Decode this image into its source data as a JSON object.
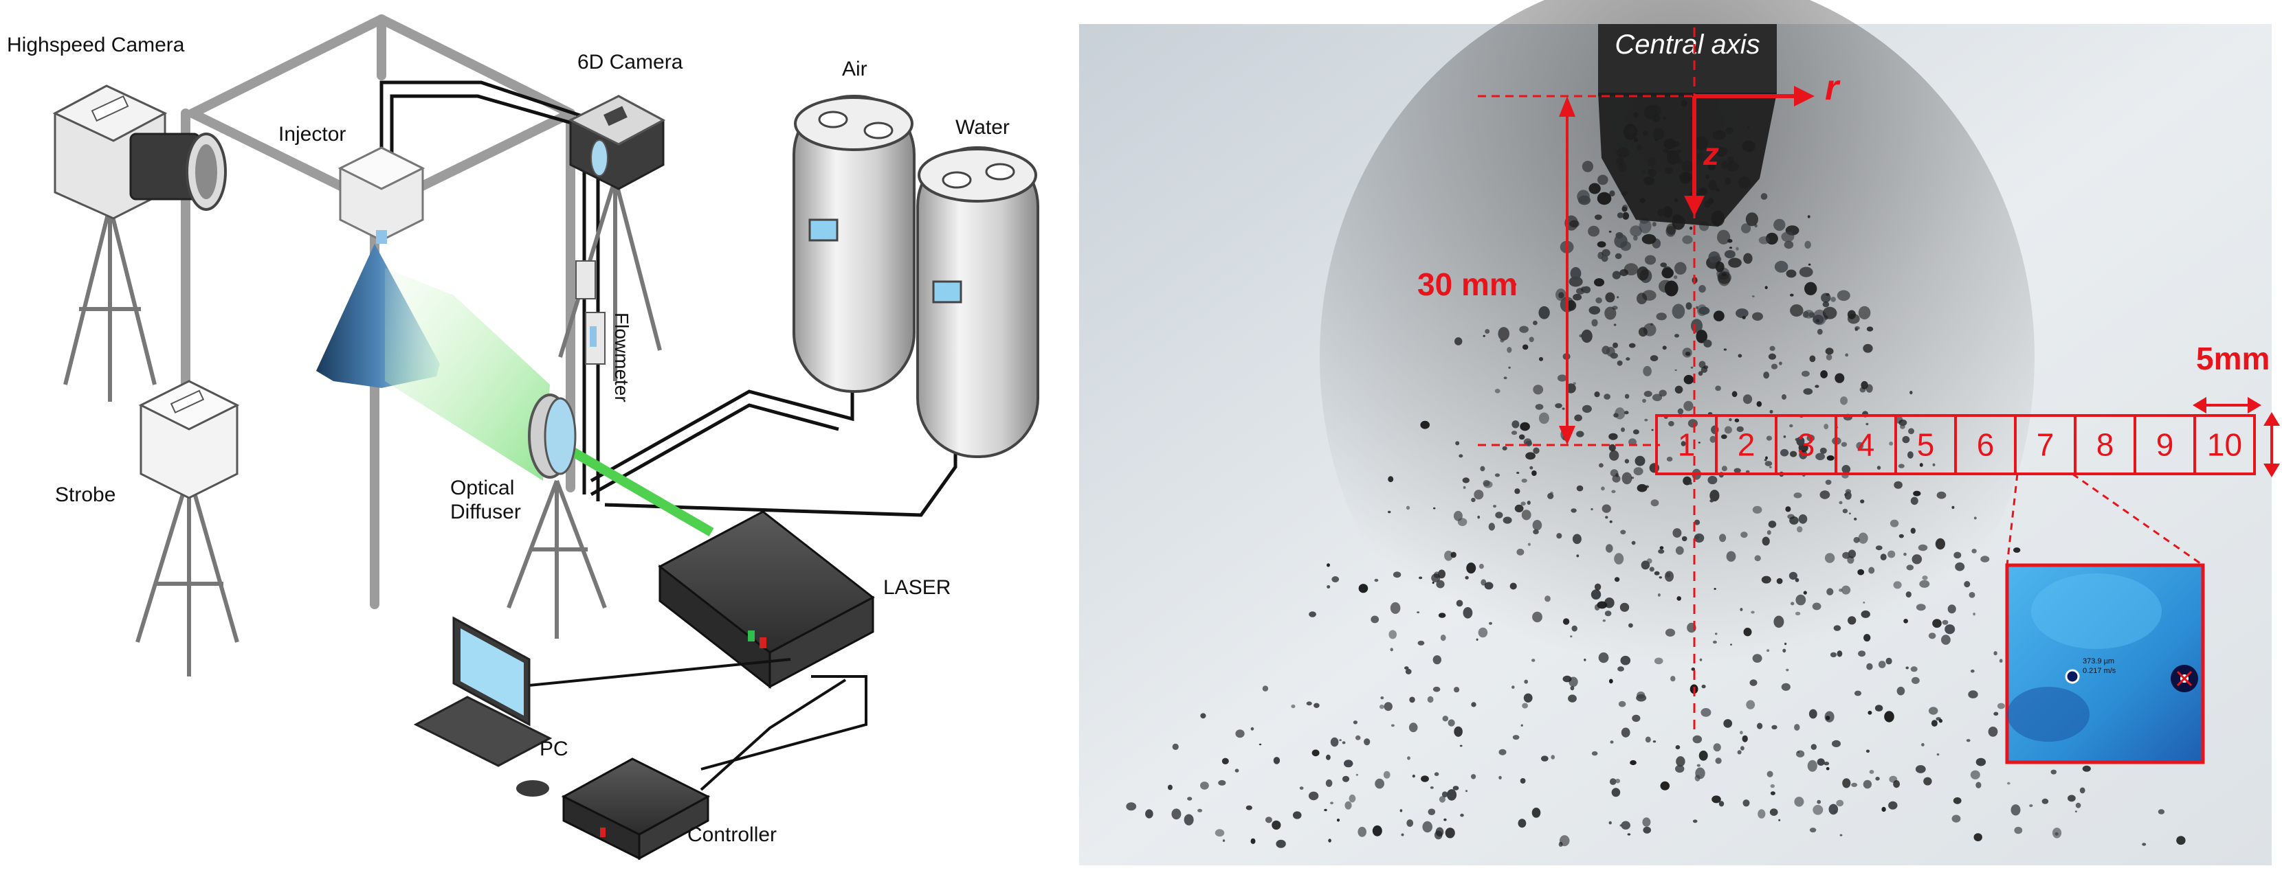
{
  "apparatus": {
    "labels": {
      "highspeed_camera": "Highspeed Camera",
      "injector": "Injector",
      "camera_6d": "6D Camera",
      "air": "Air",
      "water": "Water",
      "flowmeter": "Flowmeter",
      "strobe": "Strobe",
      "optical_diffuser_line1": "Optical",
      "optical_diffuser_line2": "Diffuser",
      "laser": "LASER",
      "pc": "PC",
      "controller": "Controller"
    }
  },
  "spray_photo": {
    "nozzle_label": "Central axis",
    "axis_r": "r",
    "axis_z": "z",
    "distance_label": "30 mm",
    "cell_size_label": "5mm",
    "cells": [
      "1",
      "2",
      "3",
      "4",
      "5",
      "6",
      "7",
      "8",
      "9",
      "10"
    ],
    "inset_text_line1": "373.9 µm",
    "inset_text_line2": "0.217 m/s"
  },
  "colors": {
    "annotation_red": "#e8141c",
    "inset_blue": "#2a9be0"
  }
}
